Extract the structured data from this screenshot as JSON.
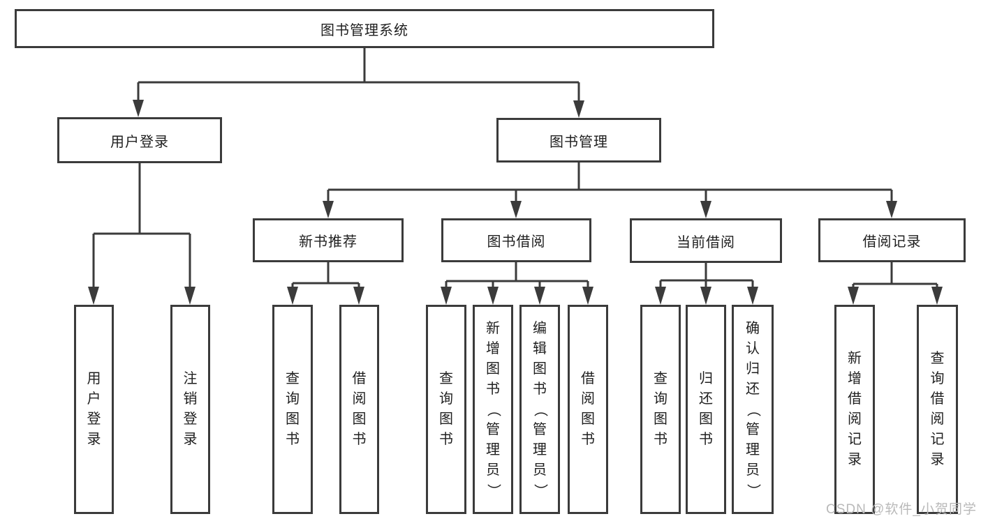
{
  "diagram": {
    "root": {
      "label": "图书管理系统"
    },
    "level2": [
      {
        "label": "用户登录"
      },
      {
        "label": "图书管理"
      }
    ],
    "level3": [
      {
        "label": "新书推荐",
        "parent": "图书管理"
      },
      {
        "label": "图书借阅",
        "parent": "图书管理"
      },
      {
        "label": "当前借阅",
        "parent": "图书管理"
      },
      {
        "label": "借阅记录",
        "parent": "图书管理"
      }
    ],
    "leaves": [
      {
        "label": "用户登录",
        "parent": "用户登录"
      },
      {
        "label": "注销登录",
        "parent": "用户登录"
      },
      {
        "label": "查询图书",
        "parent": "新书推荐"
      },
      {
        "label": "借阅图书",
        "parent": "新书推荐"
      },
      {
        "label": "查询图书",
        "parent": "图书借阅"
      },
      {
        "label": "新增图书（管理员）",
        "parent": "图书借阅"
      },
      {
        "label": "编辑图书（管理员）",
        "parent": "图书借阅"
      },
      {
        "label": "借阅图书",
        "parent": "图书借阅"
      },
      {
        "label": "查询图书",
        "parent": "当前借阅"
      },
      {
        "label": "归还图书",
        "parent": "当前借阅"
      },
      {
        "label": "确认归还（管理员）",
        "parent": "当前借阅"
      },
      {
        "label": "新增借阅记录",
        "parent": "借阅记录"
      },
      {
        "label": "查询借阅记录",
        "parent": "借阅记录"
      }
    ],
    "colors": {
      "line": "#3b3b3b",
      "box_border": "#3b3b3b",
      "text": "#1f1f1f",
      "background": "#ffffff"
    }
  },
  "watermark": {
    "text": "CSDN @软件_小贺同学",
    "color": "#b9b9b9"
  }
}
